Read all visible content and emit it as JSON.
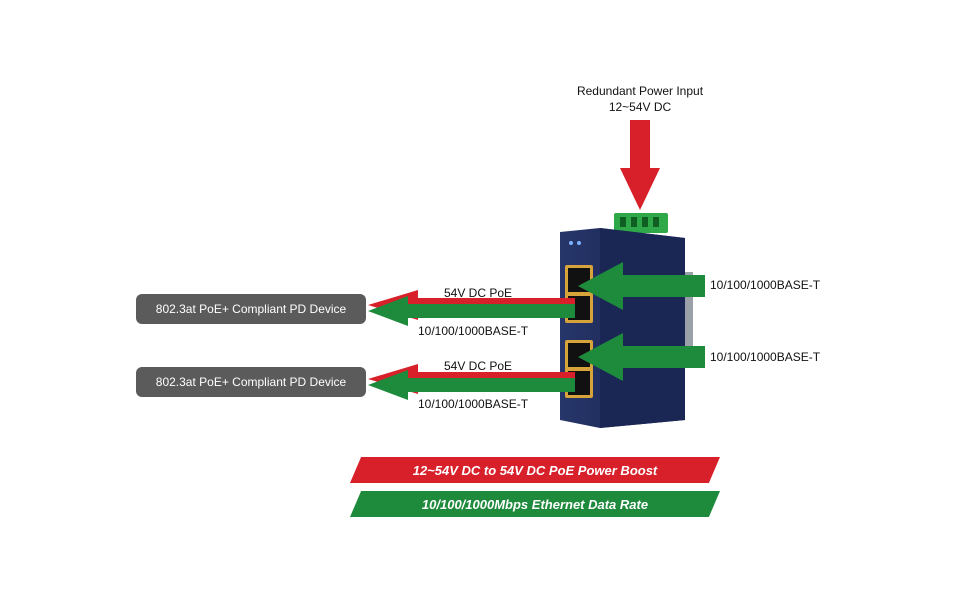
{
  "redundant_power": {
    "title": "Redundant Power Input",
    "voltage": "12~54V DC"
  },
  "ports": [
    {
      "poe_label": "54V DC PoE",
      "data_label": "10/100/1000BASE-T",
      "uplink_label": "10/100/1000BASE-T",
      "device_label": "802.3at PoE+ Compliant PD Device"
    },
    {
      "poe_label": "54V DC PoE",
      "data_label": "10/100/1000BASE-T",
      "uplink_label": "10/100/1000BASE-T",
      "device_label": "802.3at PoE+ Compliant PD Device"
    }
  ],
  "banners": {
    "power_boost": "12~54V DC to 54V DC PoE Power Boost",
    "data_rate": "10/100/1000Mbps Ethernet Data Rate"
  },
  "colors": {
    "power_red": "#d7202a",
    "data_green": "#1e8a3c",
    "device_navy": "#1c2a55",
    "box_gray": "#5b5b5b"
  }
}
